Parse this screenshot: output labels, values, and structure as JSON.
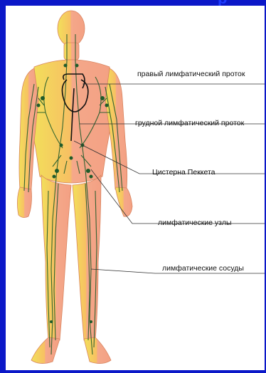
{
  "header": {
    "title_fragment": "р"
  },
  "colors": {
    "frame": "#0b18c8",
    "skin_left": "#f4d25c",
    "skin_right": "#f5a583",
    "vessel": "#1f5b2a",
    "duct": "#111111"
  },
  "labels": [
    {
      "id": "right-lymphatic-duct",
      "text": "правый лимфатический проток"
    },
    {
      "id": "thoracic-duct",
      "text": "грудной лимфатический проток"
    },
    {
      "id": "cisterna-pecqueti",
      "text": "Цистерна Пеккета"
    },
    {
      "id": "lymph-nodes",
      "text": "лимфатические узлы"
    },
    {
      "id": "lymph-vessels",
      "text": "лимфатические сосуды"
    }
  ]
}
